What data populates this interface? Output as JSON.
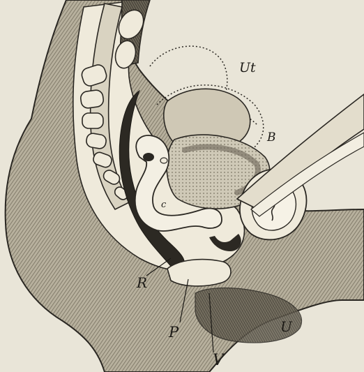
{
  "labels": {
    "ut": "Ut",
    "b": "B",
    "c": "c",
    "r": "R",
    "p": "P",
    "v": "V",
    "u": "U"
  },
  "colors": {
    "paper": "#e9e5d8",
    "ink": "#1c1a16",
    "flesh_light": "#efeadb",
    "flesh_mid": "#bdb6a4",
    "flesh_dark": "#5e584c"
  }
}
